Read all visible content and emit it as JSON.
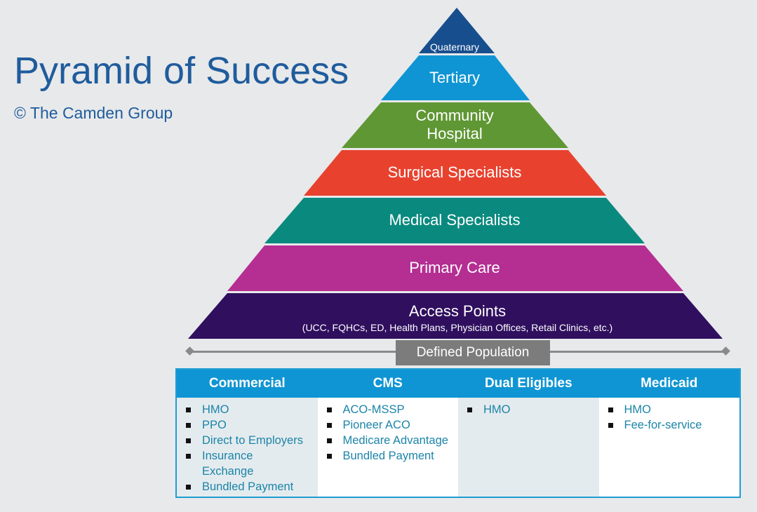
{
  "title": "Pyramid of Success",
  "subtitle": "© The Camden Group",
  "pyramid": {
    "tiers": [
      {
        "label": "Quaternary",
        "color": "#174e8e"
      },
      {
        "label": "Tertiary",
        "color": "#0f95d3"
      },
      {
        "label_line1": "Community",
        "label_line2": "Hospital",
        "color": "#5f9734"
      },
      {
        "label": "Surgical Specialists",
        "color": "#e8422f"
      },
      {
        "label": "Medical Specialists",
        "color": "#0a8a7f"
      },
      {
        "label": "Primary Care",
        "color": "#b52e92"
      },
      {
        "label": "Access Points",
        "sublabel": "(UCC, FQHCs, ED, Health Plans, Physician Offices, Retail Clinics, etc.)",
        "color": "#2f0f5e"
      }
    ]
  },
  "population_label": "Defined Population",
  "payers": [
    {
      "header": "Commercial",
      "items": [
        "HMO",
        "PPO",
        "Direct to Employers",
        "Insurance Exchange",
        "Bundled Payment"
      ]
    },
    {
      "header": "CMS",
      "items": [
        "ACO-MSSP",
        "Pioneer ACO",
        "Medicare Advantage",
        "Bundled Payment"
      ]
    },
    {
      "header": "Dual Eligibles",
      "items": [
        "HMO"
      ]
    },
    {
      "header": "Medicaid",
      "items": [
        "HMO",
        "Fee-for-service"
      ]
    }
  ]
}
